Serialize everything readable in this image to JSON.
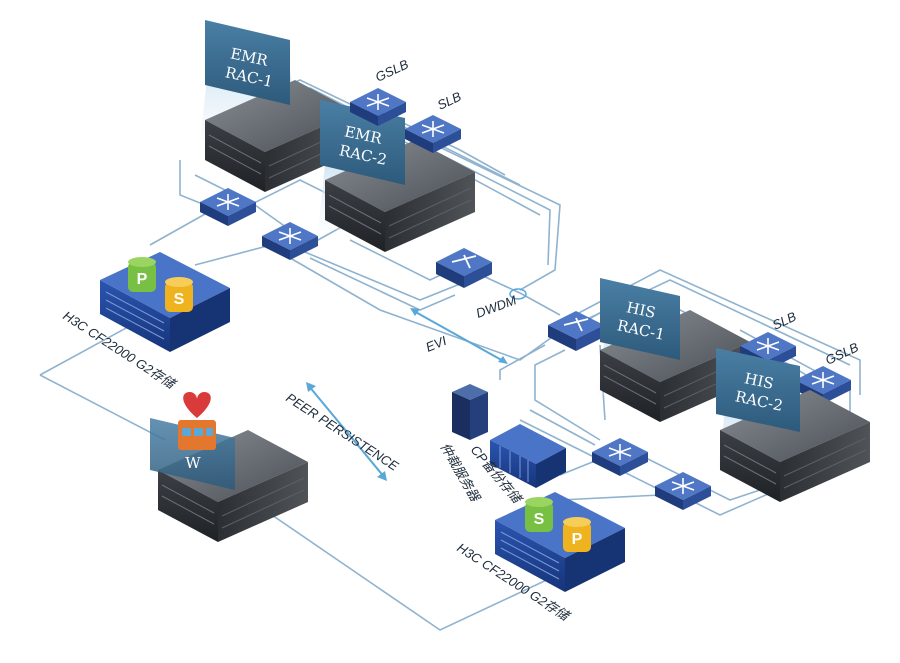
{
  "servers": [
    {
      "id": "emr-rac-1",
      "line1": "EMR",
      "line2": "RAC-1"
    },
    {
      "id": "emr-rac-2",
      "line1": "EMR",
      "line2": "RAC-2"
    },
    {
      "id": "his-rac-1",
      "line1": "HIS",
      "line2": "RAC-1"
    },
    {
      "id": "his-rac-2",
      "line1": "HIS",
      "line2": "RAC-2"
    },
    {
      "id": "witness",
      "line1": "W",
      "line2": ""
    }
  ],
  "labels": {
    "gslb_top": "GSLB",
    "slb_top": "SLB",
    "dwdm": "DWDM",
    "evi": "EVI",
    "slb_right": "SLB",
    "gslb_right": "GSLB",
    "peer_persistence": "PEER PERSISTENCE",
    "storage_left": "H3C CF22000 G2存储",
    "storage_right": "H3C CF22000 G2存储",
    "arbiter": "仲裁服务器",
    "cp_storage": "CP备份存储"
  },
  "disks": {
    "left": {
      "a": "P",
      "b": "S"
    },
    "right": {
      "a": "S",
      "b": "P"
    }
  },
  "colors": {
    "flag": "#3a6f93",
    "switch": "#2e4f9c",
    "storage": "#1c3f8e",
    "disk_green": "#78c043",
    "disk_yellow": "#f0b320",
    "heart": "#d93b3b",
    "link": "#8fb3cf"
  }
}
